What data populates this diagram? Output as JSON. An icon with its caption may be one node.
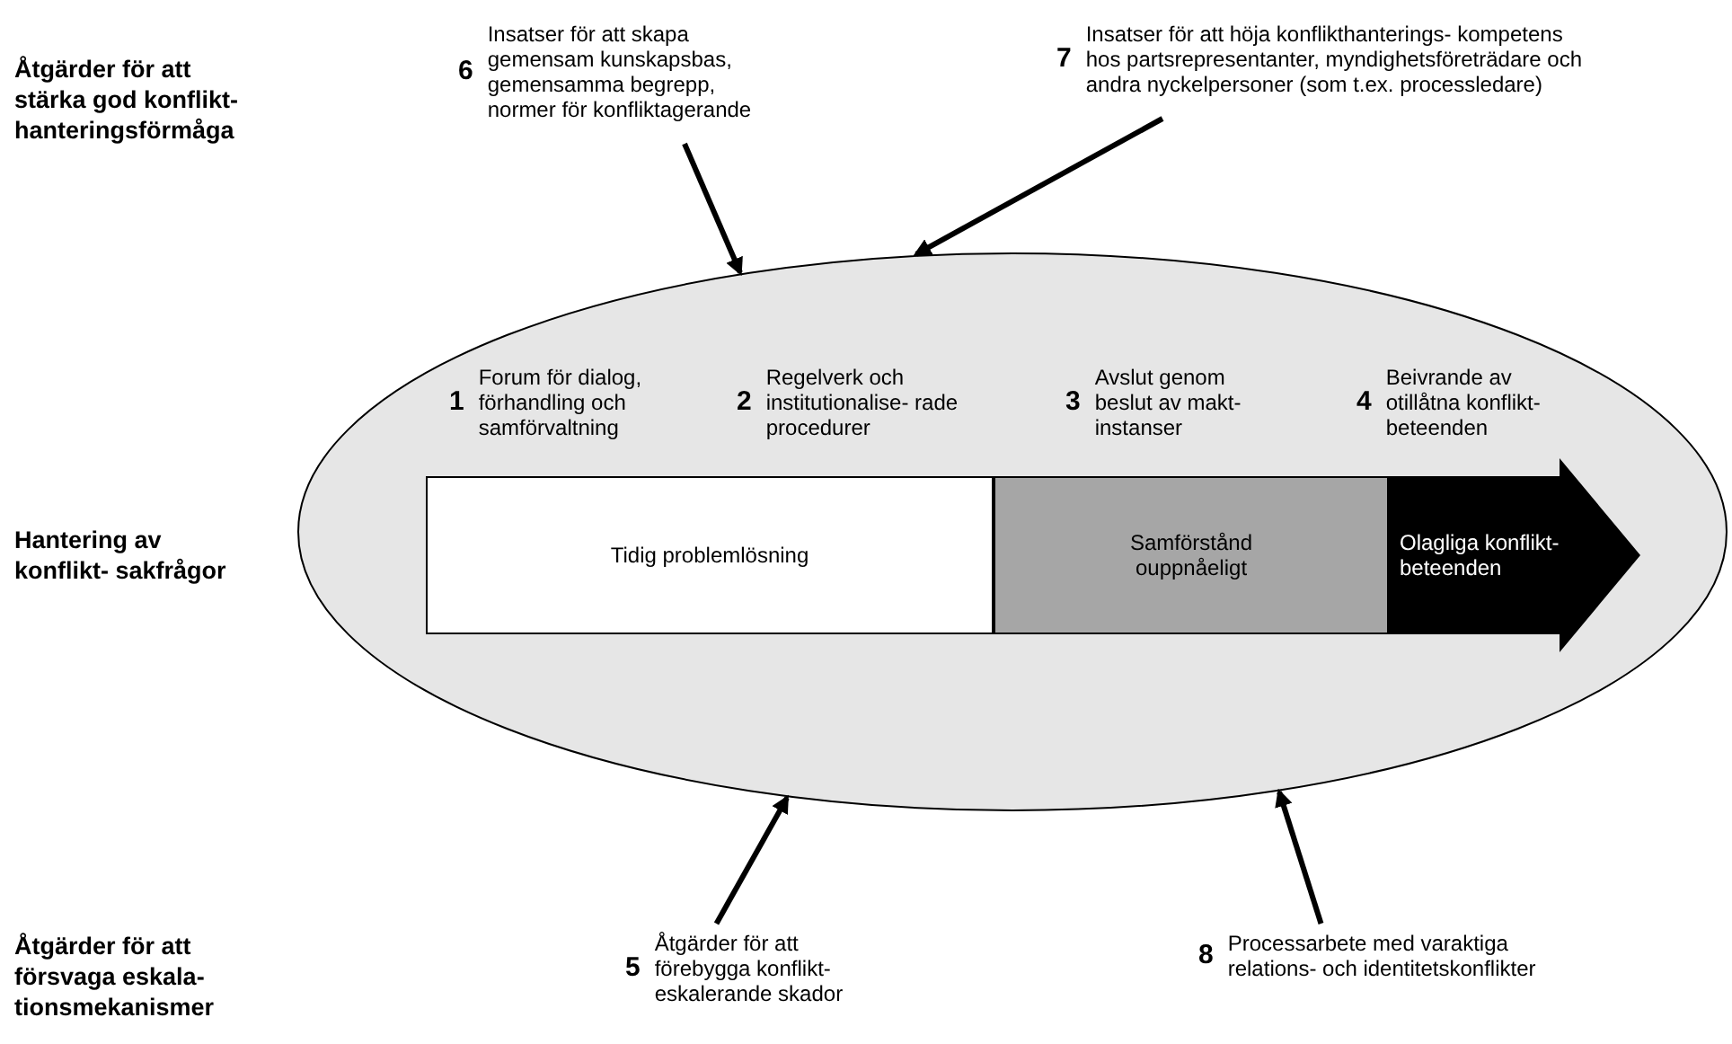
{
  "diagram": {
    "nodes": [
      {
        "text": [
          "6",
          "Insatser för att skapa gemensam kunskapsbas, gemensamma begrepp, normer för konfliktagerande"
        ]
      },
      {
        "text": [
          "7",
          "Insatser för att höja konflikthanterings- kompetens hos partsrepresentanter, myndighetsföreträdare och andra nyckelpersoner (som t.ex. processledare)"
        ]
      },
      {
        "text": [],
        "shape": "ellipse"
      },
      {
        "text": [
          "1",
          "Forum för dialog, förhandling och samförvaltning"
        ],
        "in": 2
      },
      {
        "text": [
          "2",
          "Regelverk och institutionalise- rade procedurer"
        ],
        "in": 2
      },
      {
        "text": [
          "3",
          "Avslut genom beslut av makt- instanser"
        ],
        "in": 2
      },
      {
        "text": [
          "4",
          "Beivrande av otillåtna konflikt- beteenden"
        ],
        "in": 2
      },
      {
        "text": [
          "Tidig problemlösning"
        ],
        "in": 2
      },
      {
        "text": [
          "Samförstånd ouppnåeligt"
        ],
        "in": 2
      },
      {
        "text": [
          "Olagliga konflikt- beteenden"
        ],
        "in": 2
      },
      {
        "text": [
          "5",
          "Åtgärder för att förebygga konflikt- eskalerande skador"
        ]
      },
      {
        "text": [
          "8",
          "Processarbete med varaktiga relations- och identitetskonflikter"
        ]
      }
    ],
    "edges": [
      {
        "from": 0,
        "to": 2,
        "arrow": "to"
      },
      {
        "from": 1,
        "to": 2,
        "arrow": "to"
      },
      {
        "from": 10,
        "to": 2,
        "arrow": "to"
      },
      {
        "from": 11,
        "to": 2,
        "arrow": "to"
      }
    ],
    "labels": [
      "Åtgärder för att stärka god konflikt- hanteringsförmåga",
      "Hantering av konflikt- sakfrågor",
      "Åtgärder för att försvaga eskala- tionsmekanismer"
    ]
  }
}
